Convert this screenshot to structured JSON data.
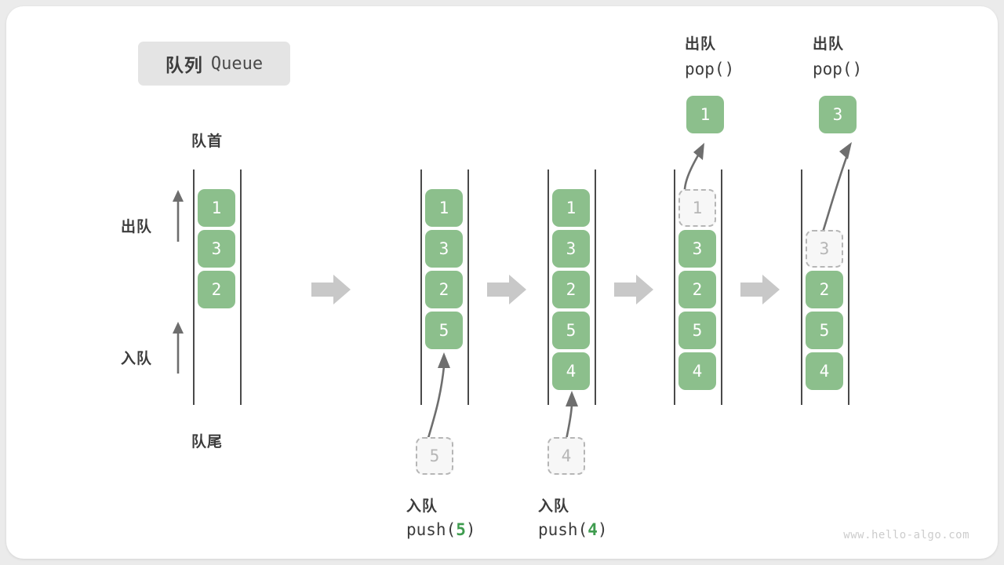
{
  "title": {
    "cn": "队列",
    "en": "Queue"
  },
  "labels": {
    "head": "队首",
    "tail": "队尾",
    "dequeue": "出队",
    "enqueue": "入队",
    "pop_call": "pop()",
    "push_prefix": "push(",
    "push_suffix": ")"
  },
  "colors": {
    "box_green": "#8cbf8c",
    "ghost_fill": "#f7f7f7",
    "ghost_border": "#b6b6b6",
    "rail": "#4a4a4a",
    "arrow_gray": "#6e6e6e",
    "step_arrow": "#c8c8c8",
    "accent_green": "#3f9c4f",
    "card_bg": "#ffffff",
    "page_bg": "#ebebeb",
    "badge_bg": "#e4e4e4"
  },
  "columns": [
    {
      "id": "initial",
      "items": [
        "1",
        "3",
        "2"
      ],
      "ghost_index": null,
      "popped": null,
      "caption_cn": null,
      "caption_code": null,
      "side_labels": [
        "出队",
        "入队"
      ]
    },
    {
      "id": "push-5",
      "items": [
        "1",
        "3",
        "2",
        "5"
      ],
      "ghost_index": null,
      "incoming": "5",
      "popped": null,
      "caption_cn": "入队",
      "caption_code": "push(5)",
      "caption_num": "5"
    },
    {
      "id": "push-4",
      "items": [
        "1",
        "3",
        "2",
        "5",
        "4"
      ],
      "ghost_index": null,
      "incoming": "4",
      "popped": null,
      "caption_cn": "入队",
      "caption_code": "push(4)",
      "caption_num": "4"
    },
    {
      "id": "pop-1",
      "items": [
        "1",
        "3",
        "2",
        "5",
        "4"
      ],
      "ghost_index": 0,
      "popped": "1",
      "header_cn": "出队",
      "header_code": "pop()"
    },
    {
      "id": "pop-3",
      "items": [
        "",
        "3",
        "2",
        "5",
        "4"
      ],
      "ghost_index": 1,
      "popped": "3",
      "header_cn": "出队",
      "header_code": "pop()"
    }
  ],
  "watermark": "www.hello-algo.com"
}
